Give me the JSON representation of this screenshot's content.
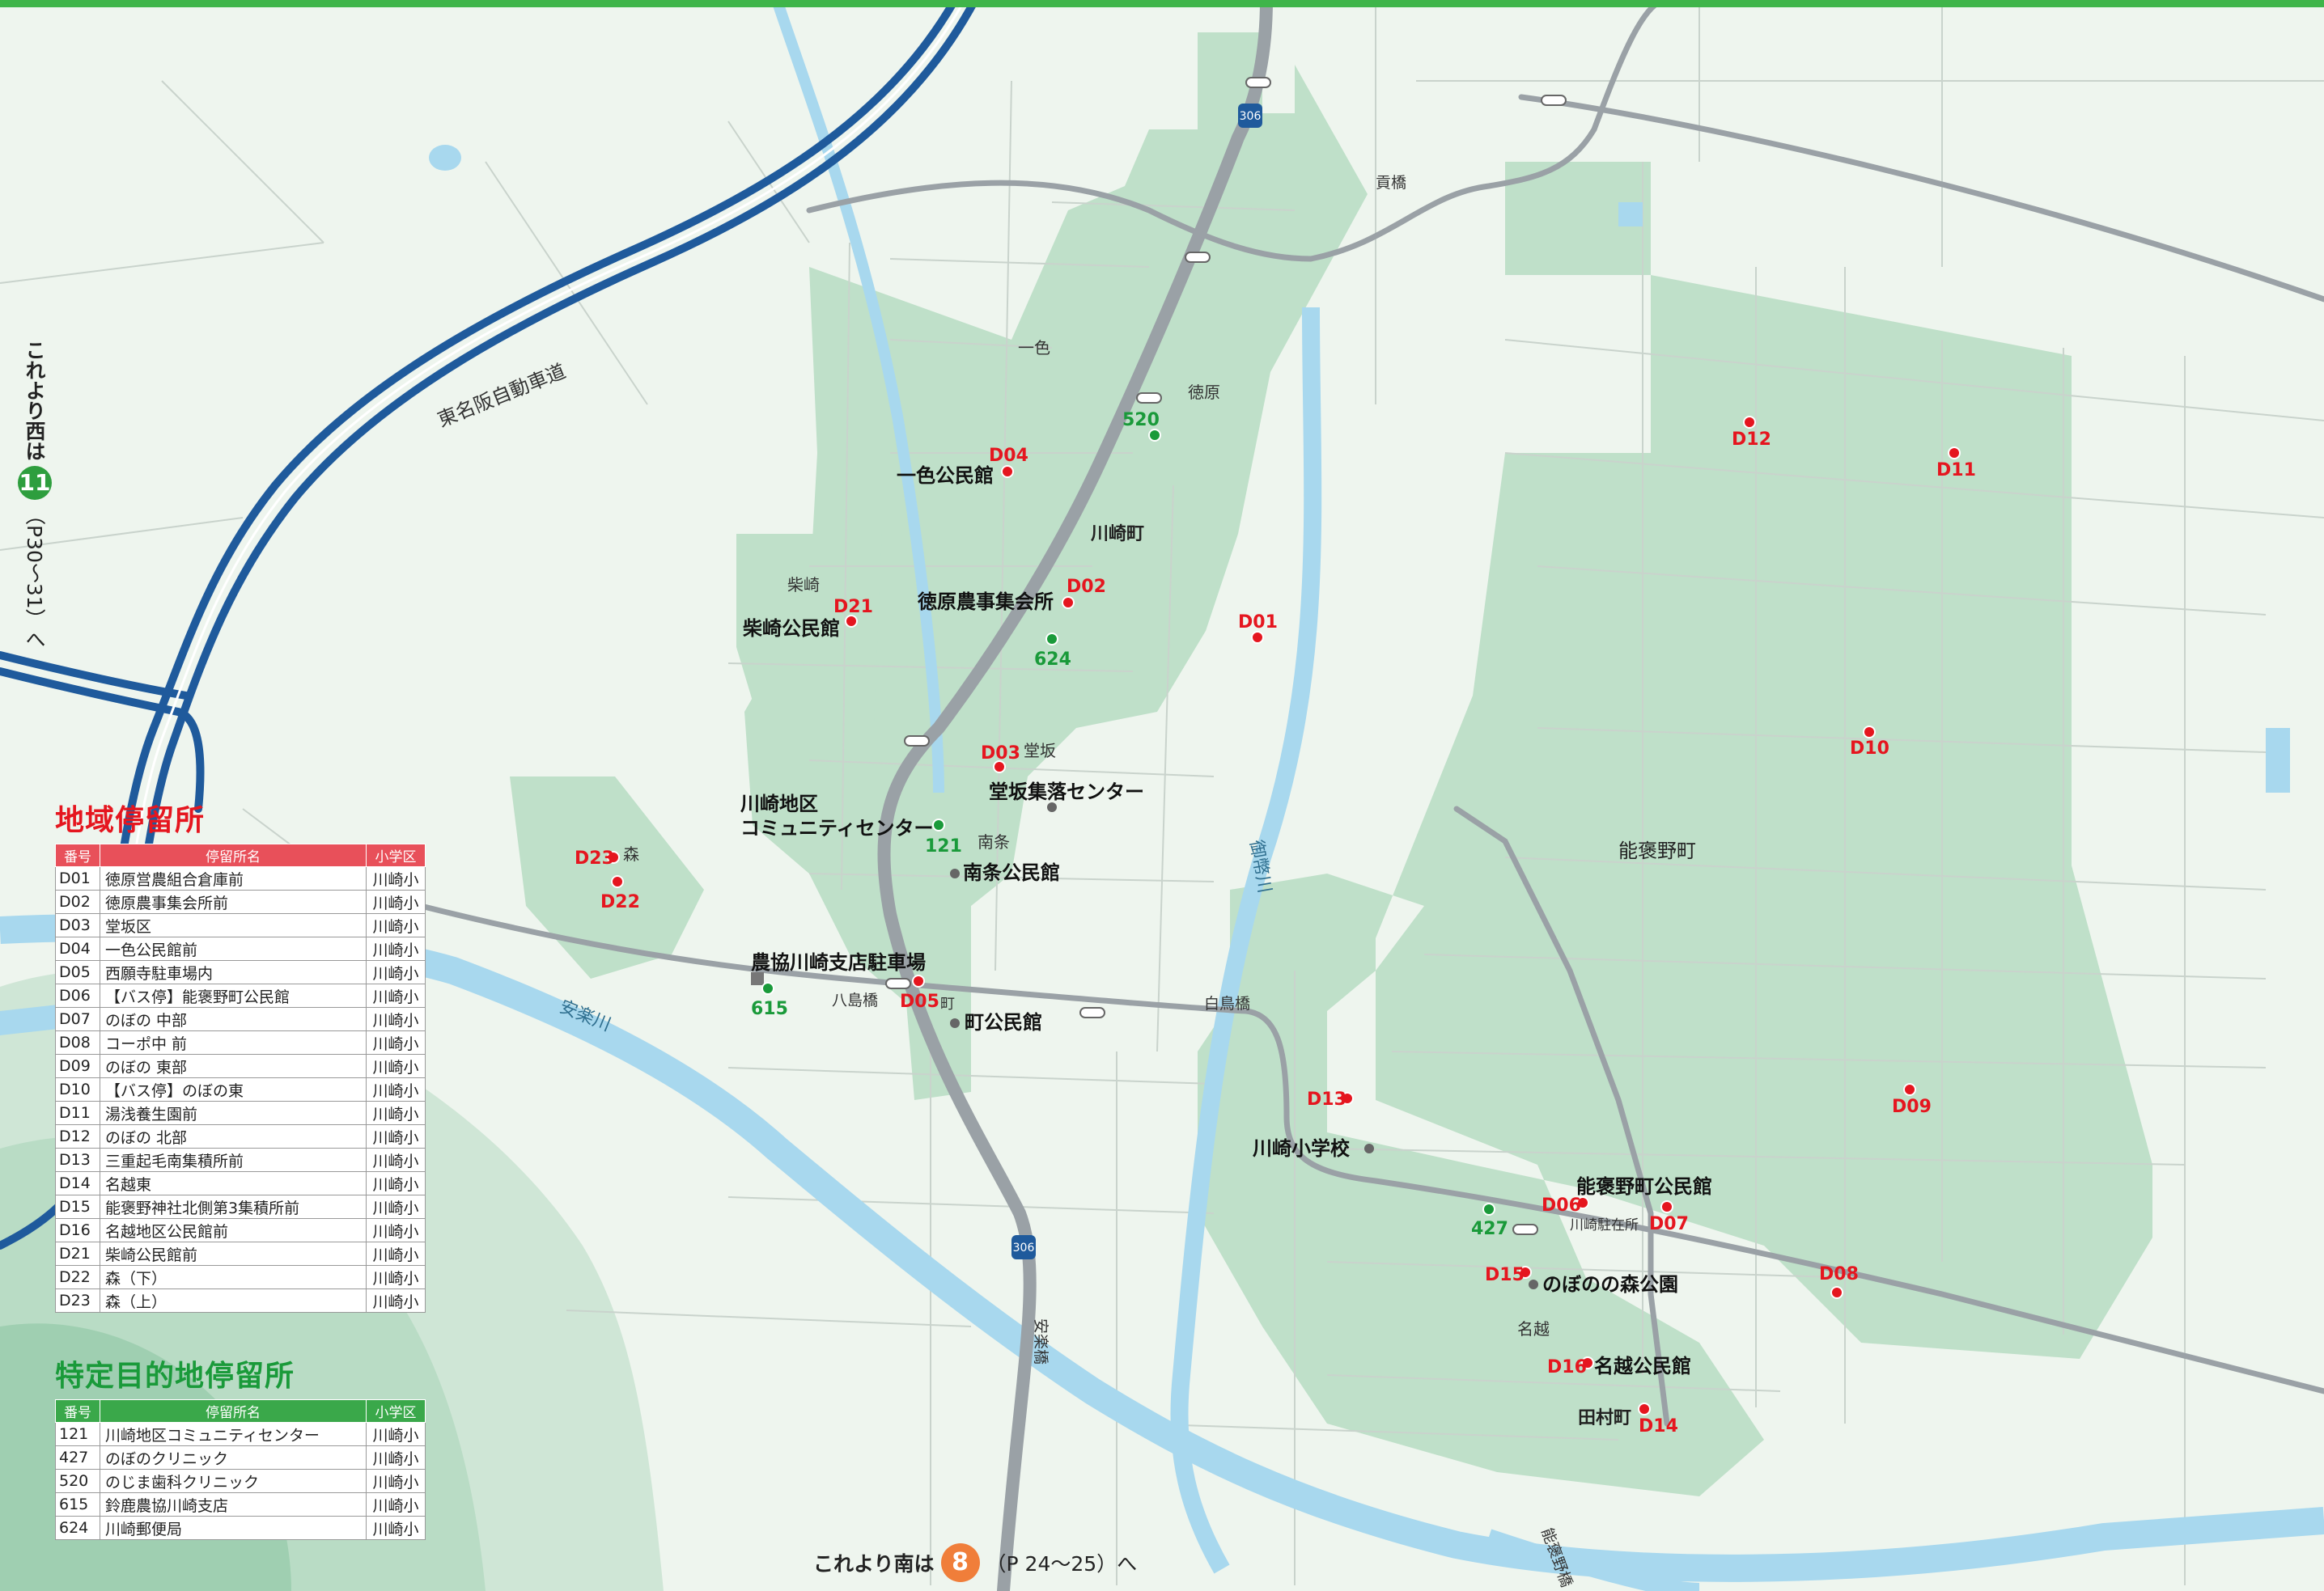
{
  "top_bar_color": "#3fb54a",
  "colors": {
    "district_fill": "#bfe0c9",
    "river": "#a8d8ee",
    "major_road": "#9aa1a6",
    "expressway": "#1f5a9c",
    "regional_stop": "#e5161f",
    "special_stop": "#1a9a3a",
    "landmark": "#666666"
  },
  "expressway_label": "東名阪自動車道",
  "route_badges": [
    "306",
    "306"
  ],
  "place_labels": {
    "isshiki": "一色",
    "tokuhara": "徳原",
    "kawasaki_town": "川崎町",
    "shibazaki": "柴崎",
    "dosaka": "堂坂",
    "nanjo": "南条",
    "mori": "森",
    "cho": "町",
    "nabono_town": "能褒野町",
    "nagoshi": "名越",
    "tamura_town": "田村町",
    "kawasaki_branch_office": "川崎駐在所"
  },
  "bridge_labels": {
    "mitsugi": "貢橋",
    "yashima": "八島橋",
    "hakucho": "白鳥橋",
    "anraku": "安楽橋",
    "nabono": "能褒野橋"
  },
  "river_labels": {
    "anraku": "安楽川",
    "mitarashi": "御幣川"
  },
  "landmarks": {
    "isshiki_hall": "一色公民館",
    "tokuhara_hall": "徳原農事集会所",
    "shibazaki_hall": "柴崎公民館",
    "dosaka_center": "堂坂集落センター",
    "kawasaki_community_1": "川崎地区",
    "kawasaki_community_2": "コミュニティセンター",
    "nanjo_hall": "南条公民館",
    "ja_parking": "農協川崎支店駐車場",
    "cho_hall": "町公民館",
    "kawasaki_school": "川崎小学校",
    "nabono_hall": "能褒野町公民館",
    "forest_park": "のぼのの森公園",
    "nagoshi_hall": "名越公民館"
  },
  "stop_codes": {
    "D01": "D01",
    "D02": "D02",
    "D03": "D03",
    "D04": "D04",
    "D05": "D05",
    "D06": "D06",
    "D07": "D07",
    "D08": "D08",
    "D09": "D09",
    "D10": "D10",
    "D11": "D11",
    "D12": "D12",
    "D13": "D13",
    "D14": "D14",
    "D15": "D15",
    "D16": "D16",
    "D21": "D21",
    "D22": "D22",
    "D23": "D23",
    "s121": "121",
    "s427": "427",
    "s520": "520",
    "s615": "615",
    "s624": "624"
  },
  "west_note": {
    "line1": "これより西は",
    "badge": "11",
    "line2": "（P30〜31）へ"
  },
  "south_note": {
    "text": "これより南は",
    "badge": "8",
    "ref": "（P 24〜25）へ"
  },
  "regional_stops": {
    "title": "地域停留所",
    "header_color": "#e8505a",
    "headers": [
      "番号",
      "停留所名",
      "小学区"
    ],
    "rows": [
      [
        "D01",
        "徳原営農組合倉庫前",
        "川崎小"
      ],
      [
        "D02",
        "徳原農事集会所前",
        "川崎小"
      ],
      [
        "D03",
        "堂坂区",
        "川崎小"
      ],
      [
        "D04",
        "一色公民館前",
        "川崎小"
      ],
      [
        "D05",
        "西願寺駐車場内",
        "川崎小"
      ],
      [
        "D06",
        "【バス停】能褒野町公民館",
        "川崎小"
      ],
      [
        "D07",
        "のぼの 中部",
        "川崎小"
      ],
      [
        "D08",
        "コーポ中 前",
        "川崎小"
      ],
      [
        "D09",
        "のぼの 東部",
        "川崎小"
      ],
      [
        "D10",
        "【バス停】のぼの東",
        "川崎小"
      ],
      [
        "D11",
        "湯浅養生園前",
        "川崎小"
      ],
      [
        "D12",
        "のぼの 北部",
        "川崎小"
      ],
      [
        "D13",
        "三重起毛南集積所前",
        "川崎小"
      ],
      [
        "D14",
        "名越東",
        "川崎小"
      ],
      [
        "D15",
        "能褒野神社北側第3集積所前",
        "川崎小"
      ],
      [
        "D16",
        "名越地区公民館前",
        "川崎小"
      ],
      [
        "D21",
        "柴崎公民館前",
        "川崎小"
      ],
      [
        "D22",
        "森（下）",
        "川崎小"
      ],
      [
        "D23",
        "森（上）",
        "川崎小"
      ]
    ]
  },
  "special_stops": {
    "title": "特定目的地停留所",
    "header_color": "#3aa84a",
    "headers": [
      "番号",
      "停留所名",
      "小学区"
    ],
    "rows": [
      [
        "121",
        "川崎地区コミュニティセンター",
        "川崎小"
      ],
      [
        "427",
        "のぼのクリニック",
        "川崎小"
      ],
      [
        "520",
        "のじま歯科クリニック",
        "川崎小"
      ],
      [
        "615",
        "鈴鹿農協川崎支店",
        "川崎小"
      ],
      [
        "624",
        "川崎郵便局",
        "川崎小"
      ]
    ]
  }
}
